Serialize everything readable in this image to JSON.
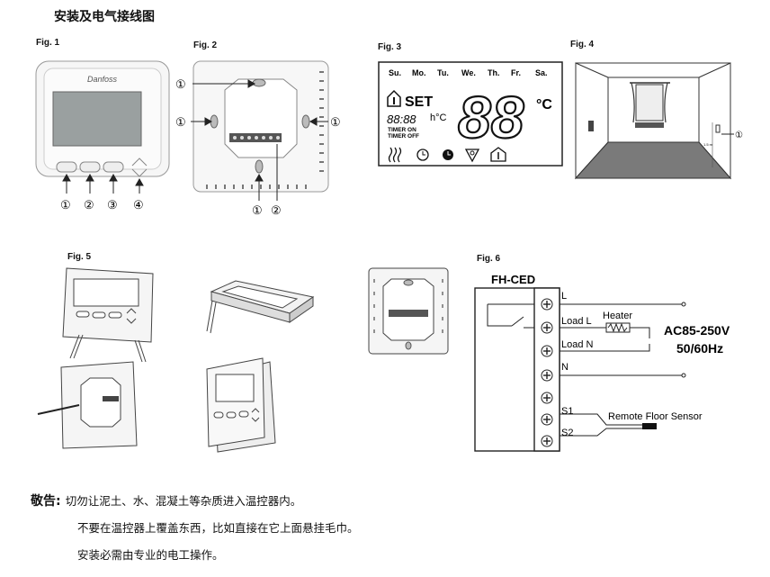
{
  "title": "安装及电气接线图",
  "figures": {
    "fig1": {
      "label": "Fig. 1",
      "callouts": [
        "①",
        "②",
        "③",
        "④"
      ],
      "brand": "Danfoss"
    },
    "fig2": {
      "label": "Fig. 2",
      "callouts": [
        "①",
        "①",
        "①",
        "①",
        "②"
      ]
    },
    "fig3": {
      "label": "Fig. 3",
      "days": [
        "Su.",
        "Mo.",
        "Tu.",
        "We.",
        "Th.",
        "Fr.",
        "Sa."
      ],
      "set": "SET",
      "clock": "88:88",
      "clock_unit": "h°C",
      "timer_on": "TIMER ON",
      "timer_off": "TIMER OFF",
      "big_digits": "88",
      "unit": "°C"
    },
    "fig4": {
      "label": "Fig. 4",
      "callout": "①",
      "height_note": "1.5 m"
    },
    "fig5": {
      "label": "Fig. 5"
    },
    "fig6": {
      "label": "Fig. 6",
      "model": "FH-CED",
      "terminals": [
        "L",
        "Load L",
        "Load N",
        "N",
        "",
        "S1",
        "S2"
      ],
      "heater": "Heater",
      "supply_voltage": "AC85-250V",
      "supply_freq": "50/60Hz",
      "sensor": "Remote Floor Sensor"
    }
  },
  "warning": {
    "label": "敬告:",
    "lines": [
      "切勿让泥土、水、混凝土等杂质进入温控器内。",
      "不要在温控器上覆盖东西，比如直接在它上面悬挂毛巾。",
      "安装必需由专业的电工操作。"
    ]
  }
}
